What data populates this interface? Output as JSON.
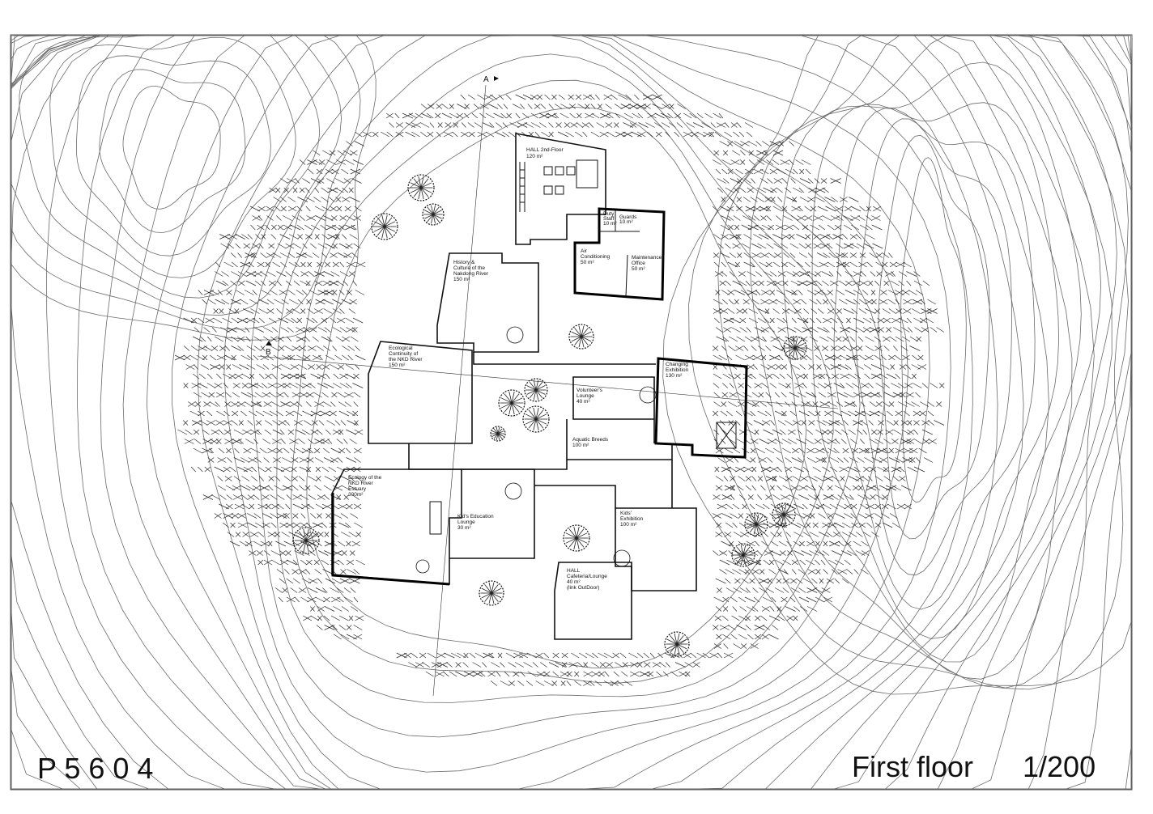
{
  "sheet_code": "P 5 6 0 4",
  "drawing_title": "First floor",
  "scale": "1/200",
  "section_markers": {
    "a": "A",
    "b": "B"
  },
  "rooms": [
    {
      "id": "hall-2nd-floor",
      "lines": [
        "HALL 2nd-Floor",
        "120 m²"
      ]
    },
    {
      "id": "duty-staff",
      "lines": [
        "Duty",
        "Staff",
        "10 m²"
      ]
    },
    {
      "id": "guards",
      "lines": [
        "Guards",
        "10 m²"
      ]
    },
    {
      "id": "air-conditioning",
      "lines": [
        "Air",
        "Conditioning",
        "50 m²"
      ]
    },
    {
      "id": "maintenance-office",
      "lines": [
        "Maintenance",
        "Office",
        "50 m²"
      ]
    },
    {
      "id": "history-culture",
      "lines": [
        "History &",
        "Culture of the",
        "Nakdong River",
        "150 m²"
      ]
    },
    {
      "id": "ecological-continuity",
      "lines": [
        "Ecological",
        "Continuity of",
        "the NKD River",
        "150 m²"
      ]
    },
    {
      "id": "volunteers-lounge",
      "lines": [
        "Volunteer's",
        "Lounge",
        "40 m²"
      ]
    },
    {
      "id": "changing-exhibition",
      "lines": [
        "Changing",
        "Exhibition",
        "130 m²"
      ]
    },
    {
      "id": "aquatic-breeds",
      "lines": [
        "Aquatic Breeds",
        "100 m²"
      ]
    },
    {
      "id": "ecology-estuary",
      "lines": [
        "Ecology of the",
        "NKD River",
        "Estuary",
        "300m²"
      ]
    },
    {
      "id": "kids-education",
      "lines": [
        "Kid's Education",
        "Lounge",
        "30 m²"
      ]
    },
    {
      "id": "kids-exhibition",
      "lines": [
        "Kids'",
        "Exhibition",
        "100 m²"
      ]
    },
    {
      "id": "hall-cafeteria",
      "lines": [
        "HALL",
        "Cafeteria/Lounge",
        "40 m²",
        "(link OutDoor)"
      ]
    }
  ],
  "colors": {
    "ink": "#111111",
    "contour": "#6a6a6a",
    "hatch": "#2a2a2a",
    "paper": "#ffffff"
  }
}
